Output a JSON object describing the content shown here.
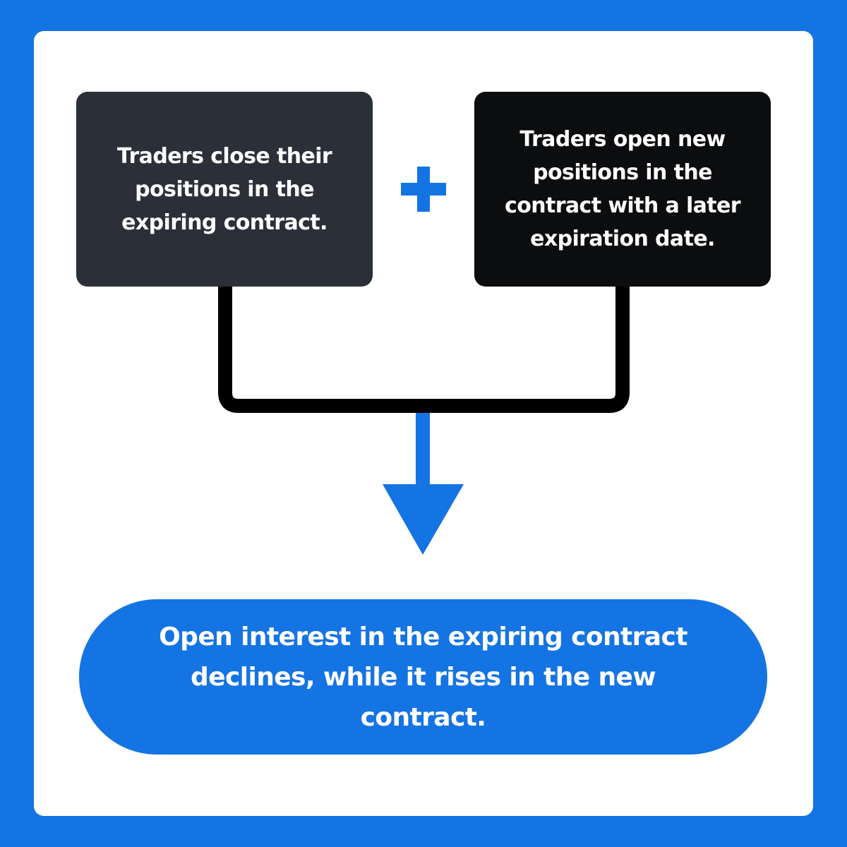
{
  "steps": {
    "left": "Traders close their positions in the expiring contract.",
    "right": "Traders open new positions in the contract with a later expiration date."
  },
  "result": "Open interest in the expiring contract declines, while it rises in the new contract.",
  "icons": {
    "combine": "plus-icon",
    "flow": "down-arrow-icon"
  },
  "colors": {
    "background": "#1574e3",
    "card": "#ffffff",
    "left_box": "#2b3038",
    "right_box": "#0c0d0f",
    "accent": "#1574e3",
    "connector": "#000000"
  }
}
